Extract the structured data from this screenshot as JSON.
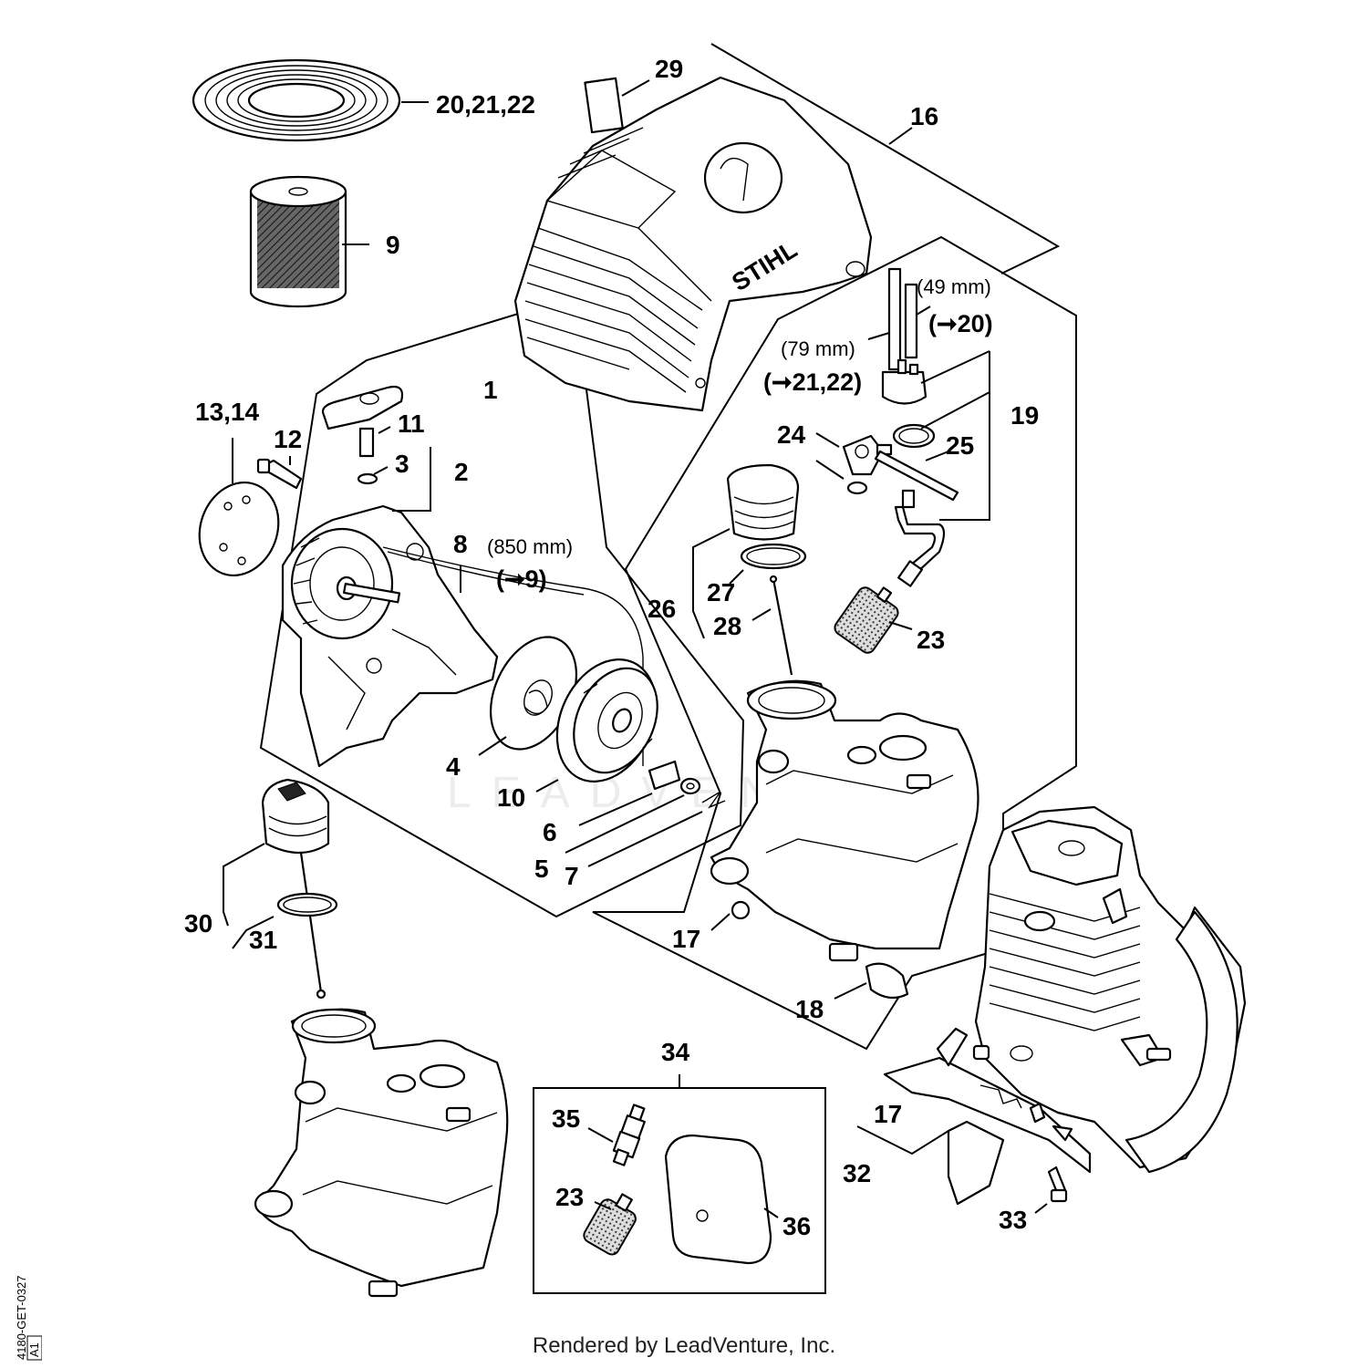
{
  "callouts": {
    "c29": "29",
    "c20_22": "20,21,22",
    "c16": "16",
    "c9": "9",
    "c49mm": "(49 mm)",
    "c_to20": "(➞20)",
    "c79mm": "(79 mm)",
    "c_to21_22": "(➞21,22)",
    "c1": "1",
    "c13_14": "13,14",
    "c11": "11",
    "c12": "12",
    "c3": "3",
    "c2": "2",
    "c19": "19",
    "c24": "24",
    "c25": "25",
    "c8": "8",
    "c850mm": "(850 mm)",
    "c_to9": "(➞9)",
    "c27": "27",
    "c26": "26",
    "c28": "28",
    "c23a": "23",
    "c4": "4",
    "c10": "10",
    "c6": "6",
    "c5": "5",
    "c7": "7",
    "c30": "30",
    "c31": "31",
    "c17a": "17",
    "c18": "18",
    "c34": "34",
    "c35": "35",
    "c23b": "23",
    "c36": "36",
    "c17b": "17",
    "c32": "32",
    "c33": "33"
  },
  "logo_text": "STIHL",
  "watermark": "LEADVENTURE",
  "drawing_code": "4180-GET-0327",
  "drawing_revision": "A1",
  "footer": "Rendered by LeadVenture, Inc."
}
